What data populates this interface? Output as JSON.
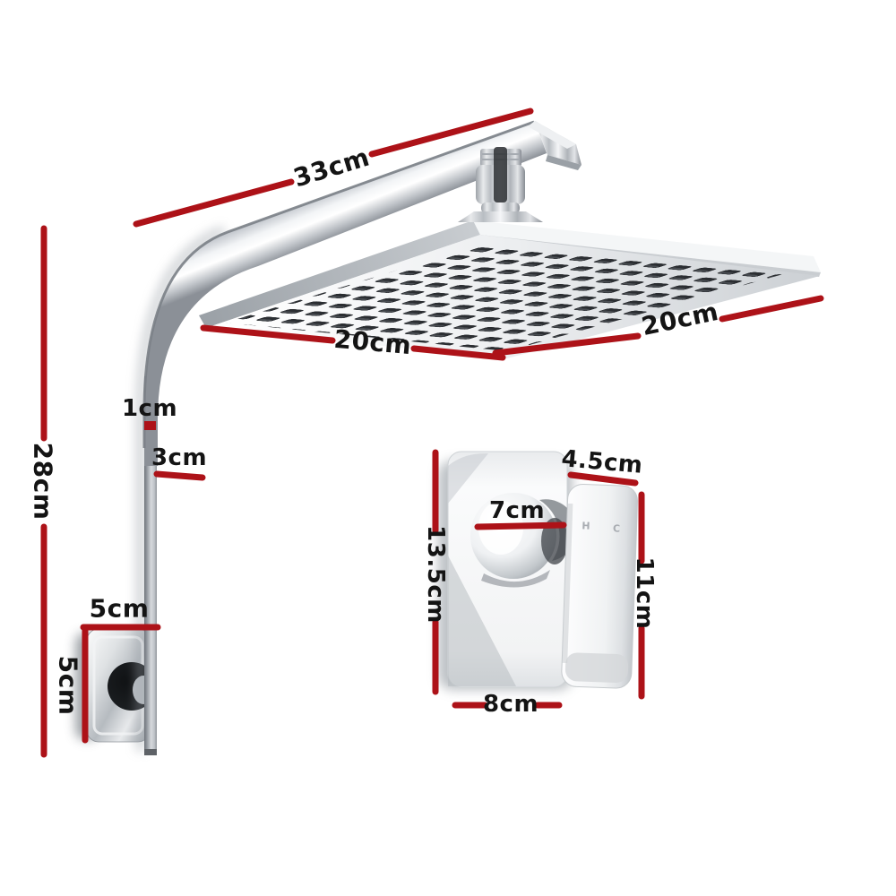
{
  "title": "Shower set dimension diagram",
  "colors": {
    "background": "#ffffff",
    "dimension_line": "#ad1218",
    "label_text": "#141414",
    "chrome_light": "#f5f6f8",
    "chrome_mid": "#c0c4c9",
    "chrome_dark": "#80858c",
    "nozzle": "#2b2e32"
  },
  "shower_unit": {
    "name": "wall mounted square rain shower with gooseneck arm",
    "dimensions": {
      "arm_length": "33cm",
      "head_width": "20cm",
      "head_depth": "20cm",
      "riser_height": "28cm",
      "arm_thickness": "1cm",
      "arm_depth": "3cm",
      "bracket_width": "5cm",
      "bracket_height": "5cm"
    }
  },
  "mixer_unit": {
    "name": "shower mixer tap with lever handle",
    "dimensions": {
      "plate_height": "13.5cm",
      "handle_width": "4.5cm",
      "spout_depth": "7cm",
      "handle_height": "11cm",
      "plate_width": "8cm"
    },
    "markings": {
      "hot_label": "H",
      "cold_label": "C"
    }
  }
}
